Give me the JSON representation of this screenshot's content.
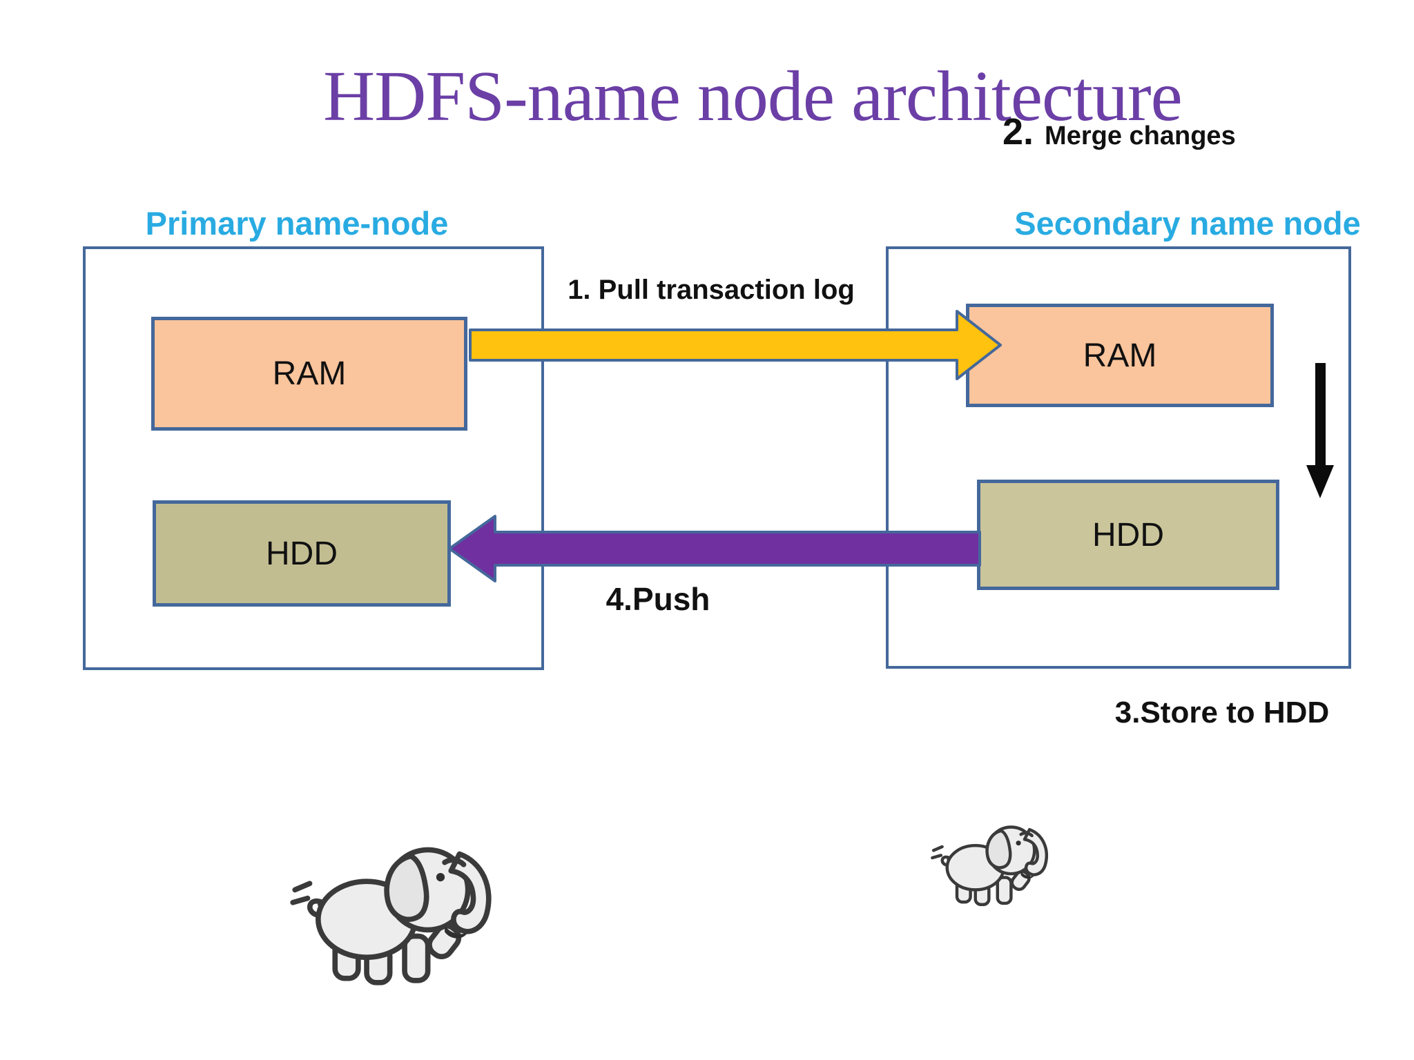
{
  "slide": {
    "title": "HDFS-name node architecture",
    "background": "#FFFFFF"
  },
  "colors": {
    "title": "#6B3FA6",
    "node_label": "#29ABE2",
    "box_border": "#44689B",
    "ram_fill": "#FAC49C",
    "hdd_fill_left": "#C2BD91",
    "hdd_fill_right": "#CBC59B",
    "arrow_yellow": "#FFC20E",
    "arrow_purple": "#7030A0",
    "arrow_outline": "#44689B",
    "arrow_black": "#0B0B0B",
    "text_black": "#111111",
    "elephant_fill": "#EDEDED",
    "elephant_line": "#3A3A3A"
  },
  "nodes": {
    "primary": {
      "label": "Primary name-node",
      "ram": "RAM",
      "hdd": "HDD"
    },
    "secondary": {
      "label": "Secondary name node",
      "ram": "RAM",
      "hdd": "HDD"
    }
  },
  "steps": {
    "pull": "1. Pull transaction log",
    "merge_number": "2.",
    "merge_text": "Merge changes",
    "store": "3.Store to HDD",
    "push": "4.Push"
  },
  "icons": {
    "elephant_big": "hadoop-elephant-logo",
    "elephant_small": "hadoop-elephant-logo"
  }
}
